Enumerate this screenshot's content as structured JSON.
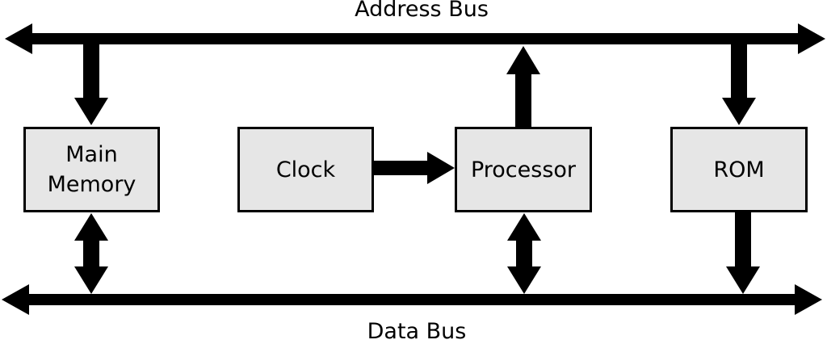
{
  "buses": {
    "address": "Address Bus",
    "data": "Data Bus"
  },
  "components": {
    "main_memory": "Main\nMemory",
    "clock": "Clock",
    "processor": "Processor",
    "rom": "ROM"
  },
  "colors": {
    "box_fill": "#e6e6e6",
    "stroke": "#000000",
    "background": "#ffffff"
  }
}
